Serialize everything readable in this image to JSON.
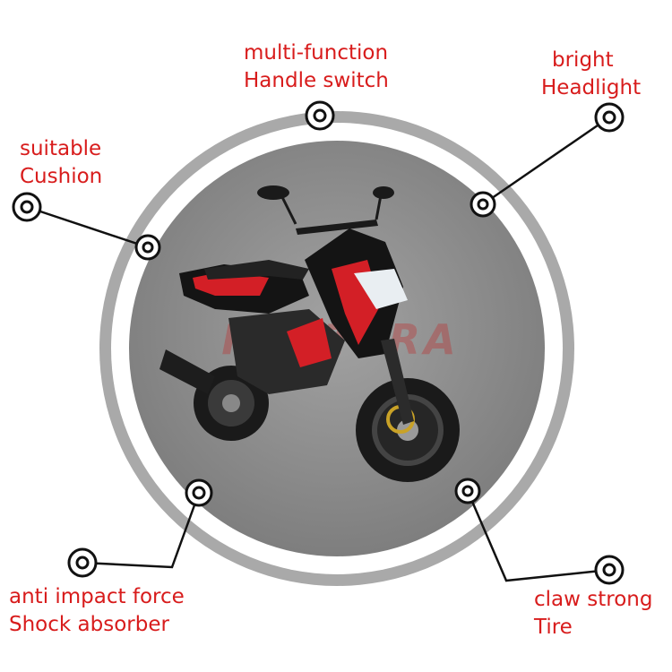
{
  "brand_watermark": "PANTERA",
  "callouts": {
    "handle_switch": {
      "line1": "multi-function",
      "line2": "Handle switch"
    },
    "headlight": {
      "line1": "bright",
      "line2": "Headlight"
    },
    "cushion": {
      "line1": "suitable",
      "line2": "Cushion"
    },
    "shock_absorber": {
      "line1": "anti impact force",
      "line2": "Shock absorber"
    },
    "tire": {
      "line1": "claw strong",
      "line2": "Tire"
    }
  },
  "colors": {
    "label_text": "#d81c1c",
    "outer_ring": "#a9a9a9",
    "inner_disc": "#8e8e8e",
    "marker": "#111111",
    "bike_red": "#d31f26",
    "bike_black": "#141414"
  }
}
